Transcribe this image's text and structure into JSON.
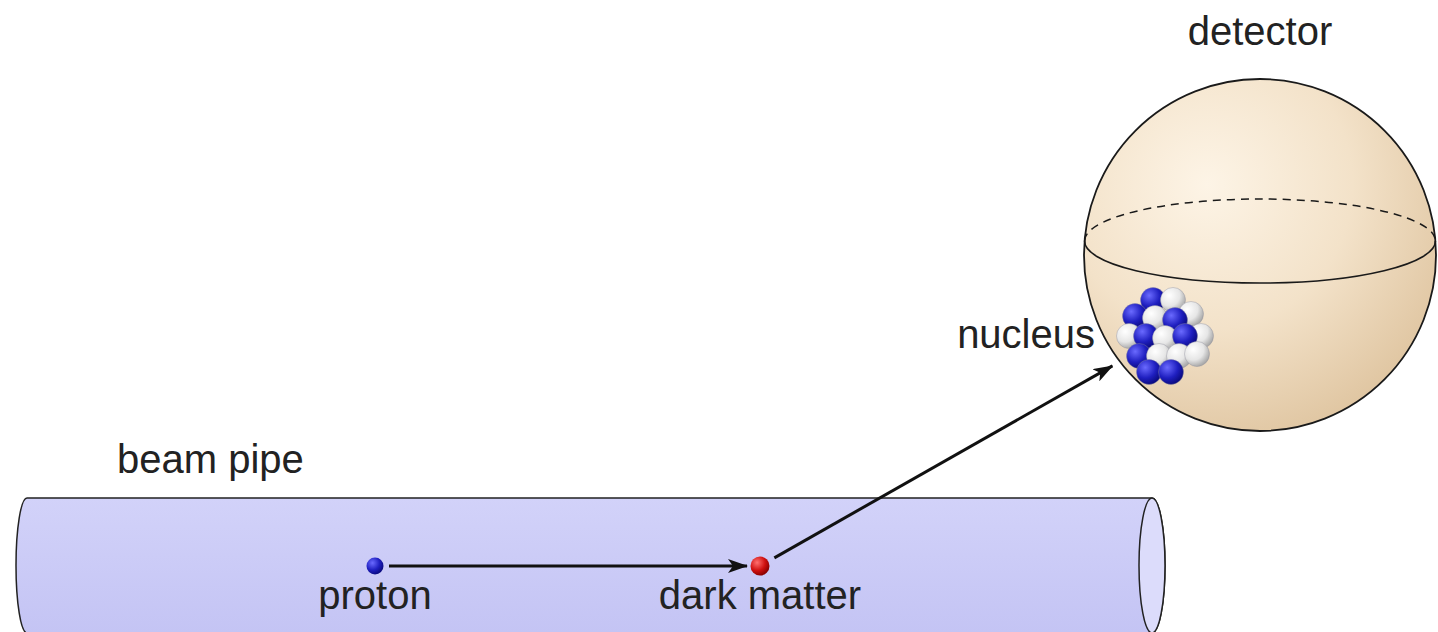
{
  "diagram": {
    "nodes": [
      {
        "text": [
          "detector"
        ]
      },
      {
        "text": [
          "nucleus"
        ],
        "in": 0
      },
      {
        "text": [
          "beam pipe"
        ]
      },
      {
        "text": [
          "proton"
        ],
        "in": 2
      },
      {
        "text": [
          "dark matter"
        ],
        "in": 2
      }
    ],
    "edges": [
      {
        "from": 3,
        "to": 4,
        "arrow": "to"
      },
      {
        "from": 4,
        "to": 1,
        "arrow": "to"
      }
    ]
  }
}
